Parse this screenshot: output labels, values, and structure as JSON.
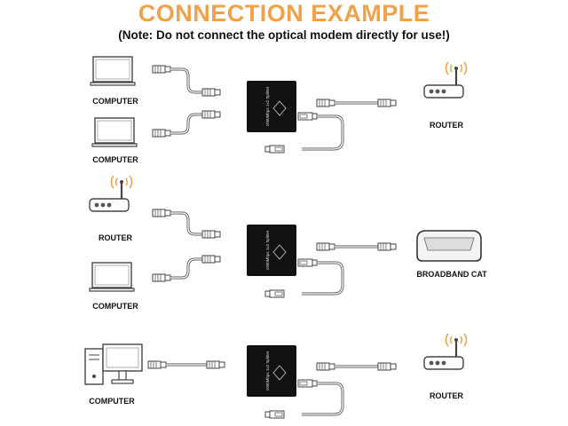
{
  "header": {
    "title": "CONNECTION EXAMPLE",
    "note": "(Note: Do not connect the optical modem directly for use!)"
  },
  "colors": {
    "title": "#f0a24a",
    "router_signal": "#f0a24a",
    "splitter_body": "#111111",
    "line_art": "#4a4a4a"
  },
  "splitter": {
    "model_text": "1000Mbps 1x2 Splitter"
  },
  "scenarios": [
    {
      "left_devices": [
        {
          "type": "laptop",
          "label": "COMPUTER"
        },
        {
          "type": "laptop",
          "label": "COMPUTER"
        }
      ],
      "right_device": {
        "type": "router",
        "label": "ROUTER"
      }
    },
    {
      "left_devices": [
        {
          "type": "router",
          "label": "ROUTER"
        },
        {
          "type": "laptop",
          "label": "COMPUTER"
        }
      ],
      "right_device": {
        "type": "broadband-cat",
        "label": "BROADBAND CAT"
      }
    },
    {
      "left_devices": [
        {
          "type": "desktop",
          "label": "COMPUTER"
        }
      ],
      "right_device": {
        "type": "router",
        "label": "ROUTER"
      }
    }
  ],
  "icons": [
    "laptop-icon",
    "router-icon",
    "desktop-computer-icon",
    "broadband-modem-icon",
    "ethernet-cable-icon",
    "usb-cable-icon",
    "splitter-icon"
  ]
}
